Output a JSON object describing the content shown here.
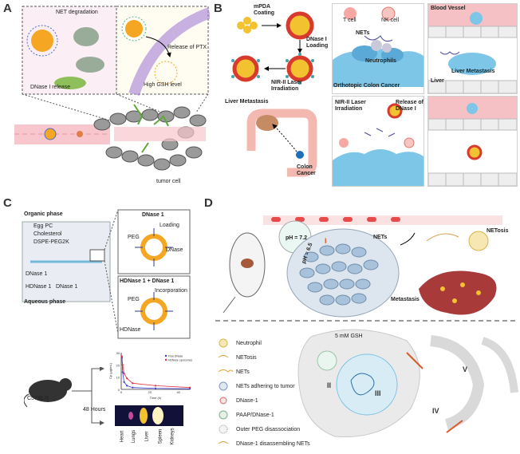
{
  "panels": {
    "a": {
      "letter": "A",
      "net_degradation": "NET  degradation",
      "dnase_release": "DNase I release",
      "ptx_release": "Release of PTX",
      "gsh": "High GSH level",
      "tumor_cell": "tumor cell"
    },
    "b": {
      "letter": "B",
      "coating": "mPDA\nCoating",
      "loading": "DNase I\nLoading",
      "laser": "NIR-II Laser\nIrradiation",
      "liver_met": "Liver Metastasis",
      "colon": "Colon\nCancer",
      "t_cell": "T cell",
      "nk_cell": "NK cell",
      "nets": "NETs",
      "neutrophils": "Neutrophils",
      "orthotopic": "Orthotopic Colon Cancer",
      "laser2": "NIR-II Laser\nIrradiation",
      "release_dnase": "Release of\nDNase I",
      "blood_vessel": "Blood Vessel",
      "liver_met2": "Liver Metastasis",
      "liver": "Liver"
    },
    "c": {
      "letter": "C",
      "organic": "Organic phase",
      "egg_pc": "Egg PC",
      "cholesterol": "Cholesterol",
      "dspe": "DSPE-PEG2K",
      "aqueous": "Aqueous phase",
      "dnase1_label": "DNase 1",
      "hdnase1": "HDNase 1",
      "dnase1b": "DNase 1",
      "box1_title": "DNase 1",
      "box1_loading": "Loading",
      "box1_peg": "PEG",
      "box1_dnase": "DNase",
      "box2_title": "HDNase 1 + DNase 1",
      "box2_incorp": "Incorporation",
      "box2_peg": "PEG",
      "box2_hdnase": "HDNase",
      "mouse": "C57BL/6",
      "hours": "48 Hours",
      "xlabel": "Time (h)",
      "ylabel": "Cp (µg/mL)",
      "legend1": "Free DNase",
      "legend2": "HDNase Liposomes",
      "organs": [
        "Heart",
        "Lungs",
        "Liver",
        "Spleen",
        "Kidneys"
      ]
    },
    "d": {
      "letter": "D",
      "ph1": "pH = 7.2",
      "ph2": "pH = 6.5",
      "nets": "NETs",
      "netosis": "NETosis",
      "metastasis": "Metastasis",
      "gsh": "5 mM GSH",
      "legend": [
        "Neutrophil",
        "NETosis",
        "NETs",
        "NETs adhering to tumor",
        "DNase-1",
        "PAAP/DNase-1",
        "Outer PEG disassociation",
        "DNase-1 disassembling NETs"
      ],
      "romans": [
        "I",
        "II",
        "III",
        "IV",
        "V"
      ]
    }
  },
  "chart_data": {
    "type": "line",
    "title": "",
    "xlabel": "Time (h)",
    "ylabel": "Cp (µg/mL)",
    "xlim": [
      0,
      48
    ],
    "ylim": [
      0,
      30
    ],
    "x_ticks": [
      0,
      20,
      40
    ],
    "y_ticks": [
      0,
      10,
      20,
      30
    ],
    "series": [
      {
        "name": "Free DNase",
        "x": [
          0.5,
          1,
          2,
          4,
          8,
          24,
          48
        ],
        "values": [
          26,
          14,
          6,
          3,
          1.5,
          0.8,
          0.5
        ],
        "color": "#3a3adf"
      },
      {
        "name": "HDNase Liposomes",
        "x": [
          0.5,
          1,
          2,
          4,
          8,
          24,
          48
        ],
        "values": [
          27,
          20,
          13,
          9,
          5,
          3,
          1.5
        ],
        "color": "#e0313a"
      }
    ]
  }
}
